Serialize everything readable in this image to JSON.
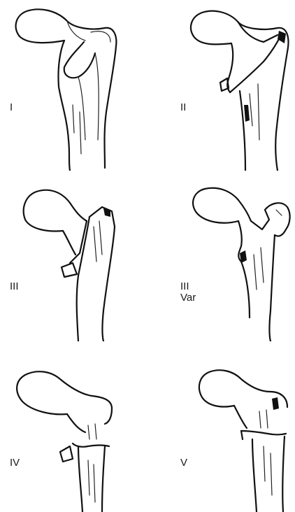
{
  "figures": [
    {
      "id": "type-1",
      "label": "I"
    },
    {
      "id": "type-2",
      "label": "II"
    },
    {
      "id": "type-3",
      "label": "III"
    },
    {
      "id": "type-3-var",
      "label": "III",
      "sublabel": "Var"
    },
    {
      "id": "type-4",
      "label": "IV"
    },
    {
      "id": "type-5",
      "label": "V"
    }
  ]
}
